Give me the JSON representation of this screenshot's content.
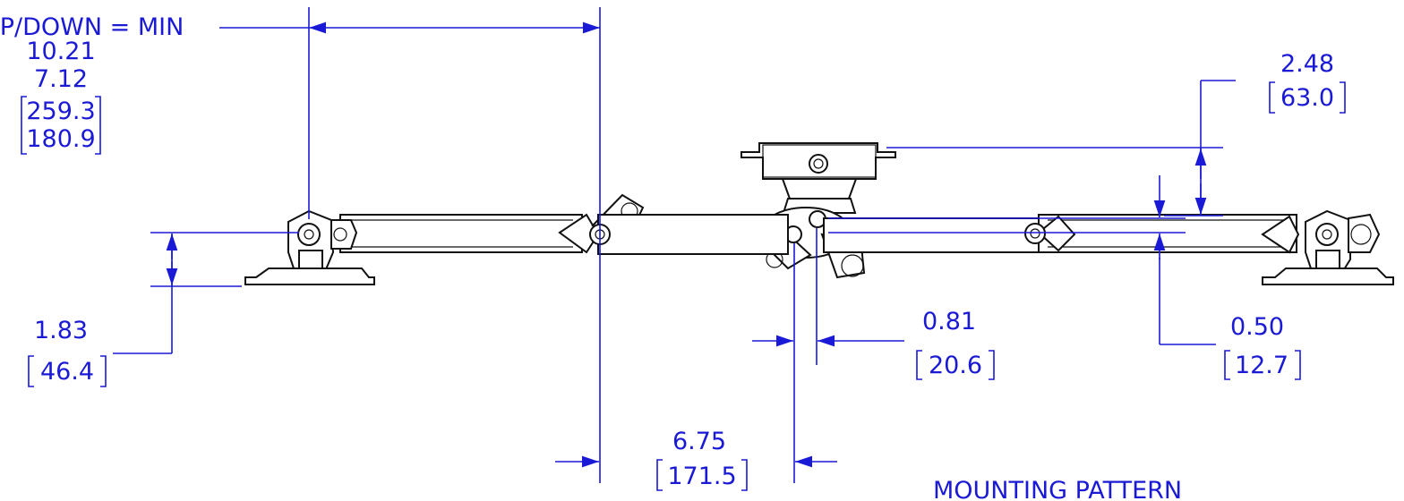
{
  "dimensions": {
    "travel_label": "UP/DOWN = MIN",
    "travel_max_in": "10.21",
    "travel_min_in": "7.12",
    "travel_max_mm": "259.3",
    "travel_min_mm": "180.9",
    "top_offset_in": "2.48",
    "top_offset_mm": "63.0",
    "left_height_in": "1.83",
    "left_height_mm": "46.4",
    "gap_in": "0.81",
    "gap_mm": "20.6",
    "arm_offset_in": "0.50",
    "arm_offset_mm": "12.7",
    "center_in": "6.75",
    "center_mm": "171.5"
  },
  "labels": {
    "mounting_pattern": "MOUNTING PATTERN"
  },
  "colors": {
    "dimension": "#1a1ad6",
    "part": "#111111"
  }
}
